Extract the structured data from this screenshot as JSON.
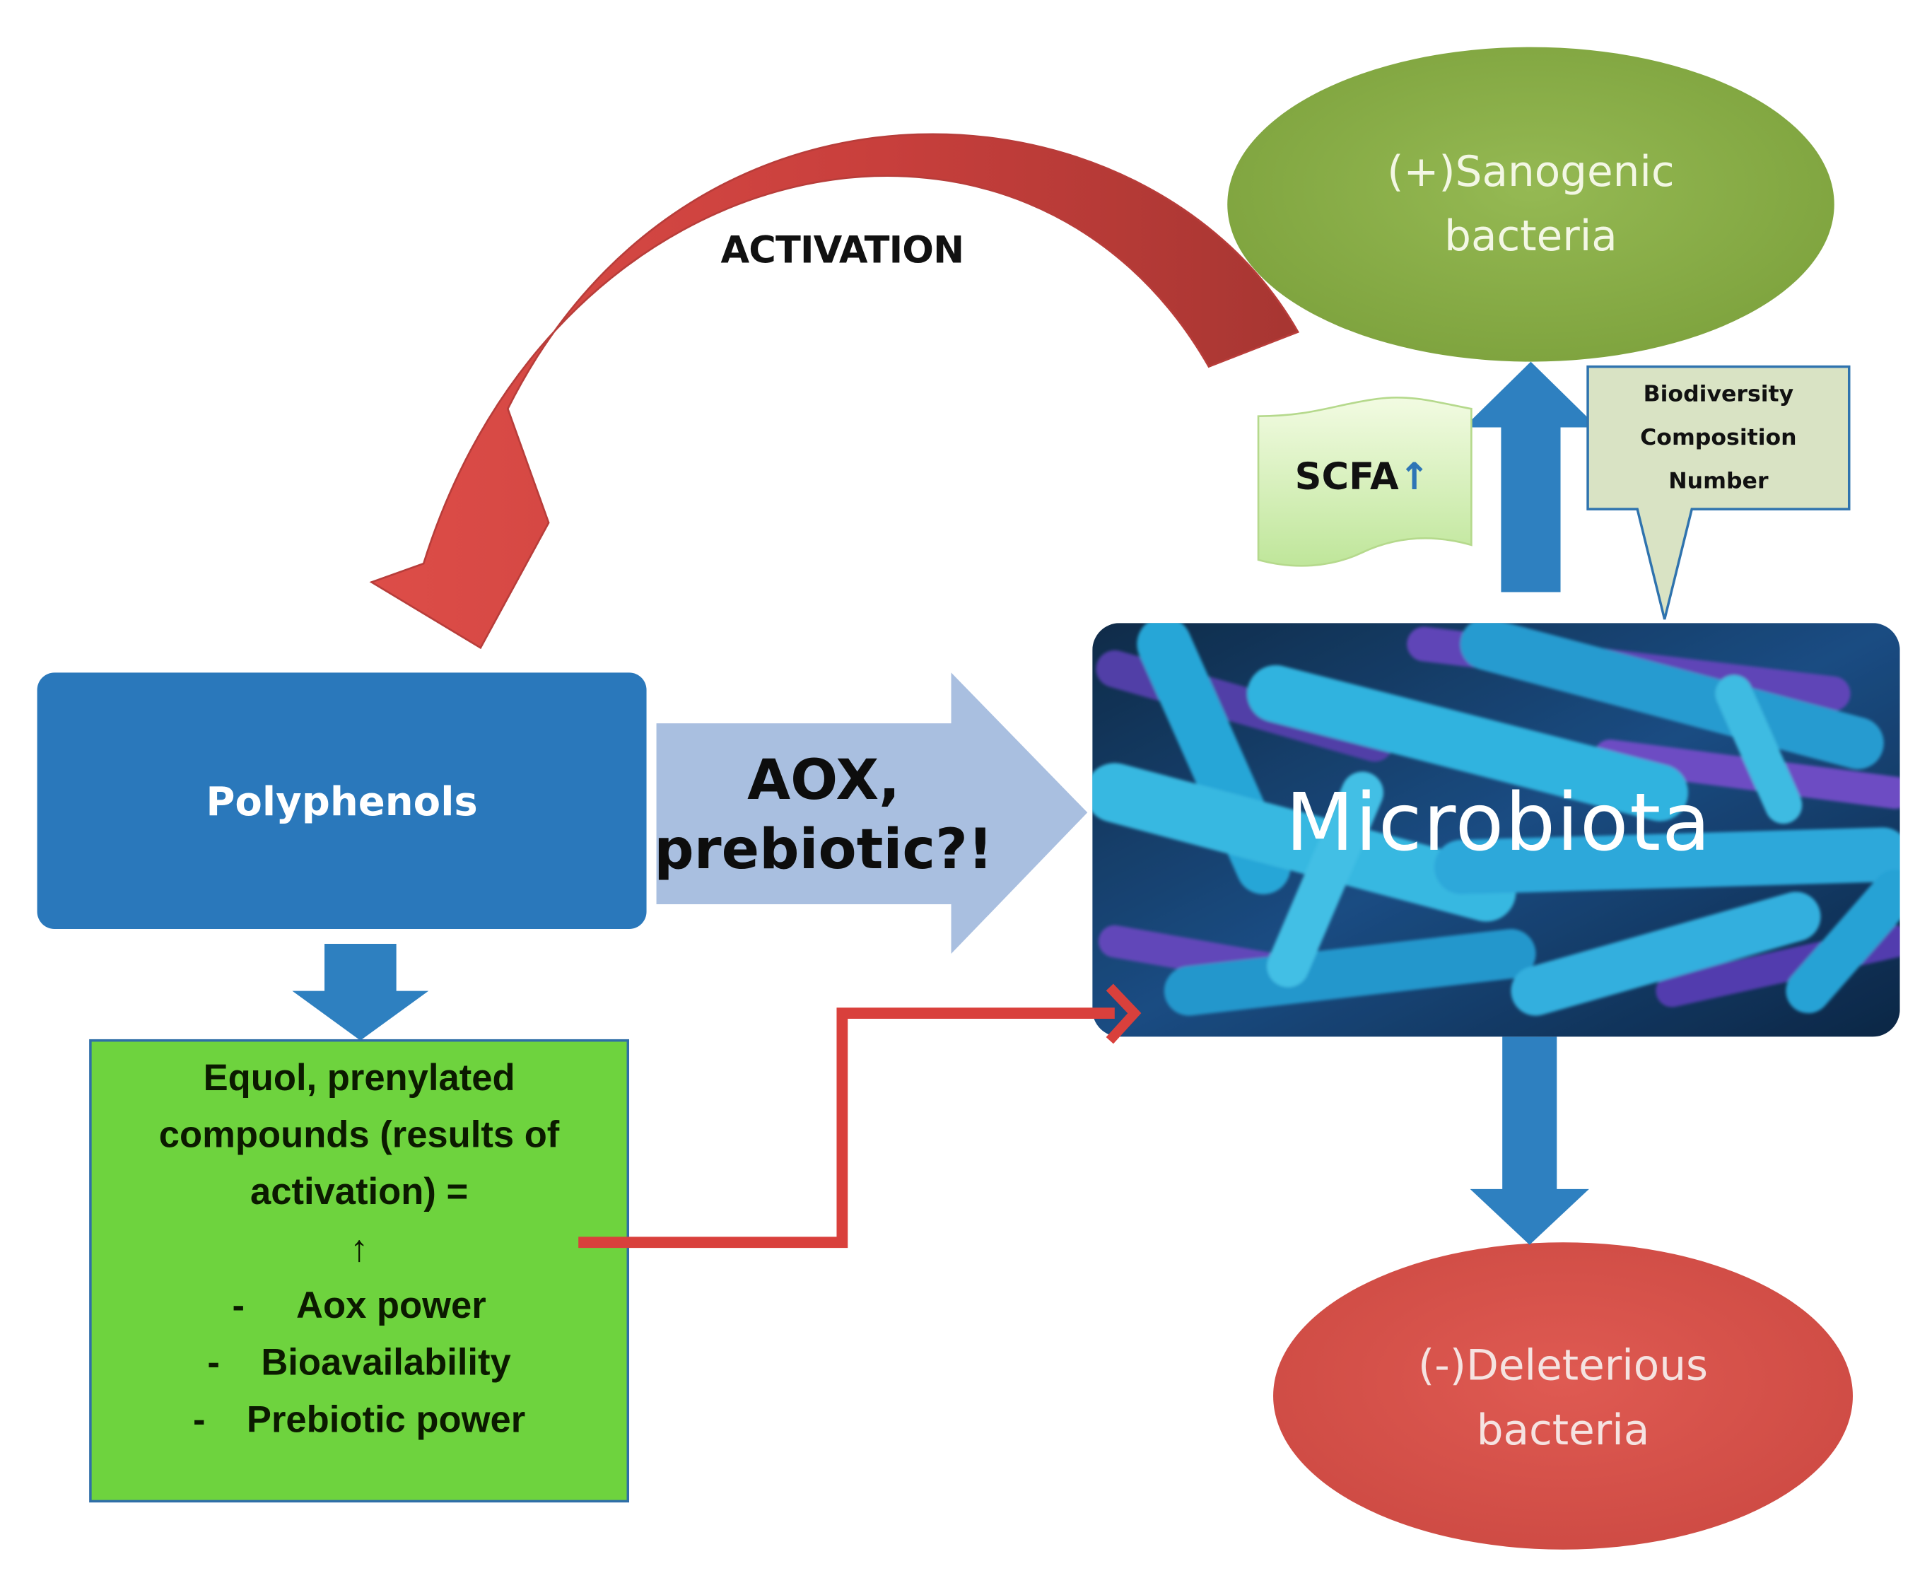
{
  "nodes": {
    "sanogenic": {
      "line1": "(+)Sanogenic",
      "line2": "bacteria"
    },
    "deleterious": {
      "line1": "(-)Deleterious",
      "line2": "bacteria"
    },
    "polyphenols": "Polyphenols",
    "microbiota": "Microbiota",
    "scfa": {
      "text": "SCFA",
      "arrow": "↑"
    },
    "biodiversity": [
      "Biodiversity",
      "Composition",
      "Number"
    ],
    "equol": {
      "lines": [
        "Equol, prenylated",
        "compounds (results of",
        "activation) =",
        "↑"
      ],
      "bullets": [
        "Aox power",
        "Bioavailability",
        "Prebiotic power"
      ],
      "bullet_marker": "-"
    }
  },
  "edges": {
    "activation": "ACTIVATION",
    "aox_line1": "AOX,",
    "aox_line2": "prebiotic?!"
  },
  "colors": {
    "sanogenic": "#8db14a",
    "deleterious": "#d9534c",
    "polyphenols": "#2a78bb",
    "equol_box": "#6ed33e",
    "activation_arrow": "#c8423f",
    "blue_arrow": "#2e80c0",
    "aox_arrow": "#a9bfe0"
  }
}
